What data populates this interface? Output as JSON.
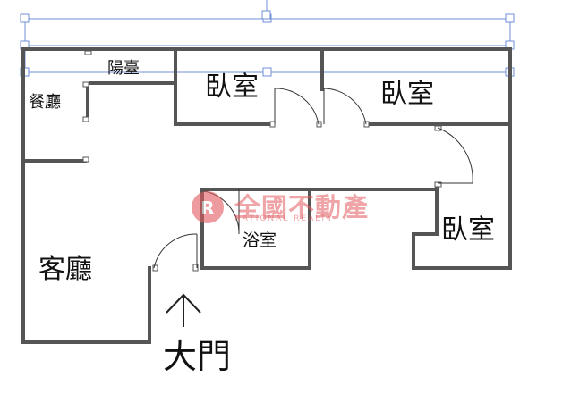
{
  "rooms": {
    "balcony": "陽臺",
    "dining": "餐廳",
    "bedroom_1": "臥室",
    "bedroom_2": "臥室",
    "bedroom_3": "臥室",
    "bathroom": "浴室",
    "living": "客廳"
  },
  "entrance": {
    "label": "大門",
    "arrow_icon": "arrow-up-icon"
  },
  "watermark": {
    "name": "全國不動產",
    "english": "NATIONAL REALTY",
    "logo_icon": "national-realty-logo-icon",
    "color": "#e25a5f"
  },
  "colors": {
    "wall": "#555555",
    "selection": "#6f8fd9"
  }
}
